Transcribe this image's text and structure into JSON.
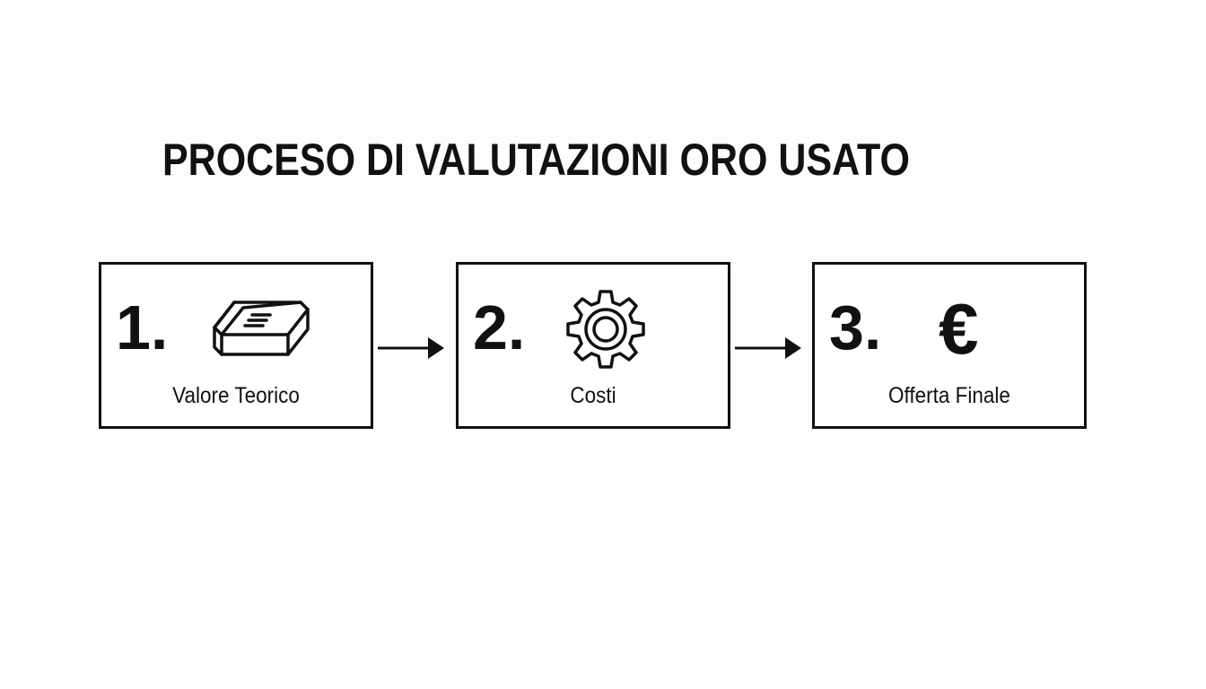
{
  "title": "PROCESO DI VALUTAZIONI ORO USATO",
  "steps": [
    {
      "number": "1.",
      "label": "Valore Teorico",
      "icon": "gold-bar-icon"
    },
    {
      "number": "2.",
      "label": "Costi",
      "icon": "gear-icon"
    },
    {
      "number": "3.",
      "label": "Offerta Finale",
      "icon": "euro-icon",
      "icon_glyph": "€"
    }
  ],
  "colors": {
    "background": "#fdfdfd",
    "stroke": "#111111",
    "box_fill": "#ffffff"
  }
}
